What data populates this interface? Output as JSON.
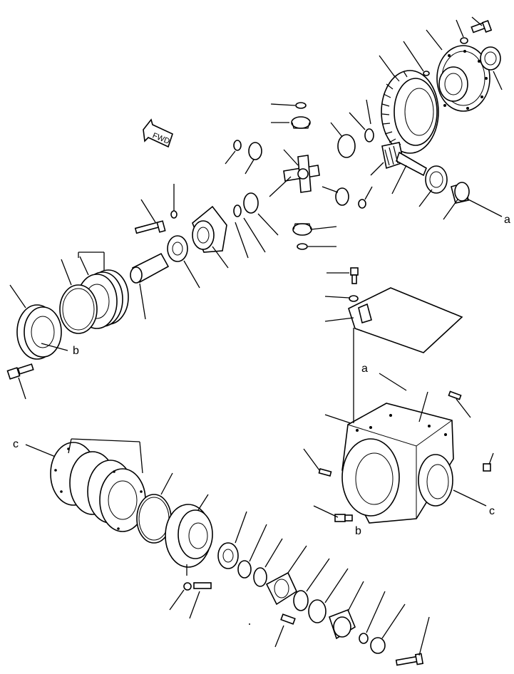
{
  "diagram": {
    "callouts": {
      "fwd": "FWD",
      "a": "a",
      "b": "b",
      "c": "c"
    }
  }
}
